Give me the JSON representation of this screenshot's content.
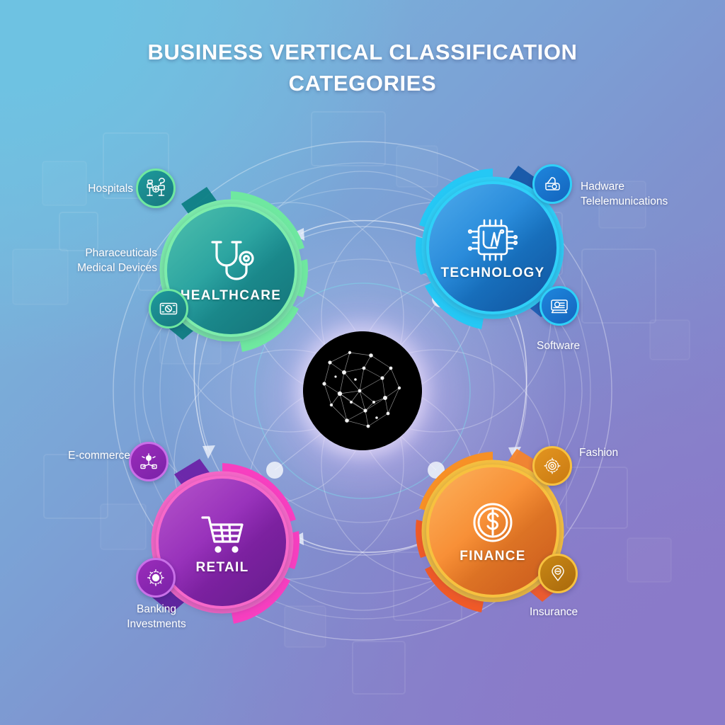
{
  "title": {
    "line1": "BUSINESS VERTICAL CLASSIFICATION",
    "line2": "CATEGORIES"
  },
  "colors": {
    "bg_top_left": "#6ec2e2",
    "bg_top_right": "#759cd4",
    "bg_bottom_left": "#7b9bd0",
    "bg_bottom_right": "#8a7ac9",
    "healthcare": "#2aa79b",
    "healthcare_accent": "#6ee69a",
    "technology": "#1b7fd4",
    "technology_accent": "#25c8f5",
    "retail": "#8e33b5",
    "retail_accent": "#f martin",
    "retail_arc": "#f73fc0",
    "finance": "#f58220",
    "finance_accent": "#f7c13f"
  },
  "verticals": [
    {
      "id": "healthcare",
      "label": "HEALTHCARE",
      "icon": "stethoscope-icon",
      "satellites": [
        {
          "icon": "hospital-icon",
          "caption": "Hospitals"
        },
        {
          "icon": "medicine-pill-icon",
          "caption": "Pharaceuticals\nMedical Devices"
        }
      ],
      "caption_top": "Hospitals",
      "caption_bottom_1": "Pharaceuticals",
      "caption_bottom_2": "Medical Devices"
    },
    {
      "id": "technology",
      "label": "TECHNOLOGY",
      "icon": "microchip-icon",
      "satellites": [
        {
          "icon": "hardware-chip-icon",
          "caption": "Hadware"
        },
        {
          "icon": "software-icon",
          "caption": "Software"
        }
      ],
      "caption_top_1": "Hadware",
      "caption_top_2": "Telelemunications",
      "caption_bottom": "Software"
    },
    {
      "id": "retail",
      "label": "RETAIL",
      "icon": "shopping-cart-icon",
      "satellites": [
        {
          "icon": "ecommerce-network-icon",
          "caption": "E-commerce"
        },
        {
          "icon": "banking-gear-icon",
          "caption": "Banking"
        }
      ],
      "caption_top": "E-commerce",
      "caption_bottom_1": "Banking",
      "caption_bottom_2": "Investments"
    },
    {
      "id": "finance",
      "label": "FINANCE",
      "icon": "dollar-coin-icon",
      "satellites": [
        {
          "icon": "fashion-badge-icon",
          "caption": "Fashion"
        },
        {
          "icon": "insurance-pin-icon",
          "caption": "Insurance"
        }
      ],
      "caption_top": "Fashion",
      "caption_bottom": "Insurance"
    }
  ],
  "center": {
    "name": "global-network-sphere"
  }
}
